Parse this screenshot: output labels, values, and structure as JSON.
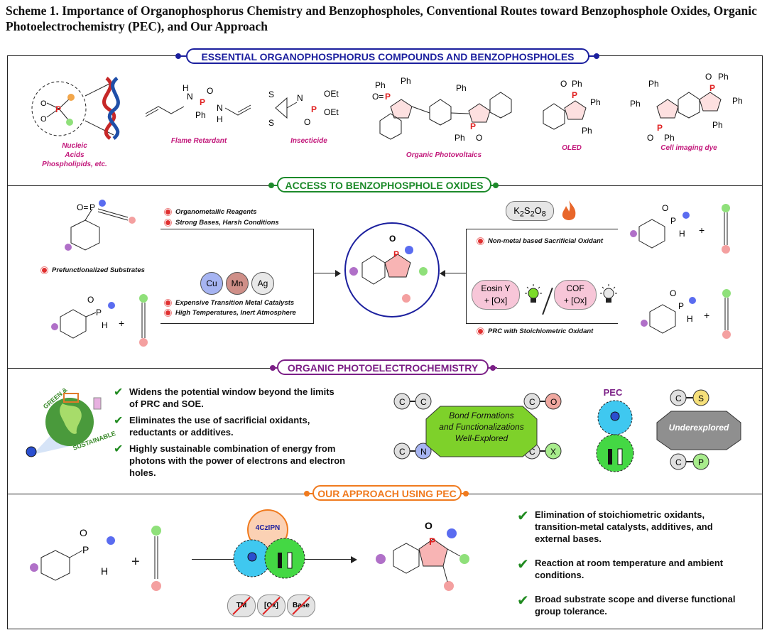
{
  "caption": "Scheme 1. Importance of Organophosphorus Chemistry and Benzophospholes, Conventional Routes toward Benzophosphole Oxides, Organic Photoelectrochemistry (PEC), and Our Approach",
  "sections": {
    "s1": "ESSENTIAL ORGANOPHOSPHORUS COMPOUNDS AND BENZOPHOSPHOLES",
    "s2": "ACCESS TO BENZOPHOSPHOLE OXIDES",
    "s3": "ORGANIC  PHOTOELECTROCHEMISTRY",
    "s4": "OUR APPROACH USING PEC"
  },
  "colors": {
    "blue": "#1b1f9e",
    "green": "#1c8a2a",
    "purple": "#7b1f86",
    "orange": "#f07a1e",
    "magenta": "#c2177a"
  },
  "s1_labels": {
    "nucleic": "Nucleic\nAcids\nPhospholipids, etc.",
    "flame": "Flame Retardant",
    "insect": "Insecticide",
    "opv": "Organic Photovoltaics",
    "oled": "OLED",
    "dye": "Cell imaging dye"
  },
  "s1_text": {
    "ph": "Ph",
    "p": "P",
    "o": "O",
    "n": "N",
    "h": "H",
    "s": "S",
    "oet": "OEt"
  },
  "s2": {
    "top_notes": [
      "Organometallic Reagents",
      "Strong Bases, Harsh Conditions"
    ],
    "prefunc": "Prefunctionalized Substrates",
    "metals": [
      "Cu",
      "Mn",
      "Ag"
    ],
    "bottom_notes": [
      "Expensive Transition Metal Catalysts",
      "High Temperatures, Inert Atmosphere"
    ],
    "k2s2o8": "K2S2O8",
    "nonmetal": "Non-metal based Sacrificial Oxidant",
    "eosin": [
      "Eosin Y",
      "+ [Ox]"
    ],
    "cof": [
      "COF",
      "+ [Ox]"
    ],
    "prc": "PRC with Stoichiometric Oxidant",
    "plus": "+"
  },
  "s3": {
    "bullets": [
      "Widens the potential window beyond the limits of PRC and SOE.",
      "Eliminates the use of sacrificial oxidants, reductants or additives.",
      "Highly sustainable combination of energy from photons with the power of electrons and electron holes."
    ],
    "globe_top": "GREEN &",
    "globe_bottom": "SUSTAINABLE",
    "oct_text": [
      "Bond Formations",
      "and Functionalizations",
      "Well-Explored"
    ],
    "pec": "PEC",
    "under": "Underexplored",
    "pairs": [
      [
        "C",
        "C"
      ],
      [
        "C",
        "O"
      ],
      [
        "C",
        "N"
      ],
      [
        "C",
        "X"
      ],
      [
        "C",
        "S"
      ],
      [
        "C",
        "P"
      ]
    ]
  },
  "s4": {
    "catalyst": "4CzIPN",
    "no": [
      "TM",
      "[Ox]",
      "Base"
    ],
    "bullets": [
      "Elimination of stoichiometric oxidants, transition-metal catalysts, additives, and external bases.",
      "Reaction at room temperature and ambient conditions.",
      "Broad substrate scope and diverse functional group tolerance."
    ],
    "plus": "+"
  }
}
